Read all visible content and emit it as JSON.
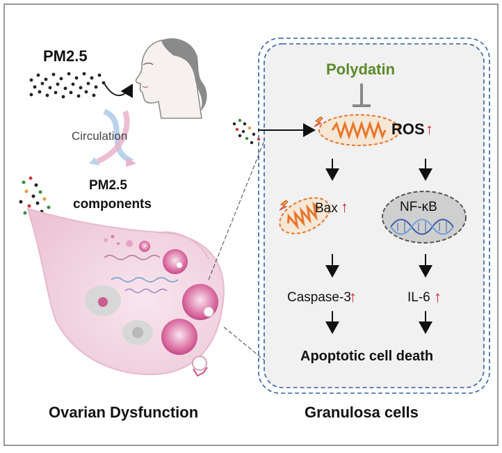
{
  "left": {
    "pm_label": "PM2.5",
    "circulation_label": "Circulation",
    "components_line1": "PM2.5",
    "components_line2": "components",
    "footer": "Ovarian Dysfunction"
  },
  "right": {
    "inhibitor": "Polydatin",
    "ros": "ROS",
    "bax": "Bax",
    "nfkb": "NF-κB",
    "caspase": "Caspase-3",
    "il6": "IL-6",
    "outcome": "Apoptotic cell death",
    "footer": "Granulosa cells",
    "up_arrow": "↑"
  },
  "colors": {
    "panel_border": "#2f5ea8",
    "polydatin": "#5a8a2a",
    "up_arrow": "#d11f1f",
    "mitochondria": "#e7762a",
    "nucleus": "#8a8a8a",
    "ovary": "#f2d3e0"
  }
}
